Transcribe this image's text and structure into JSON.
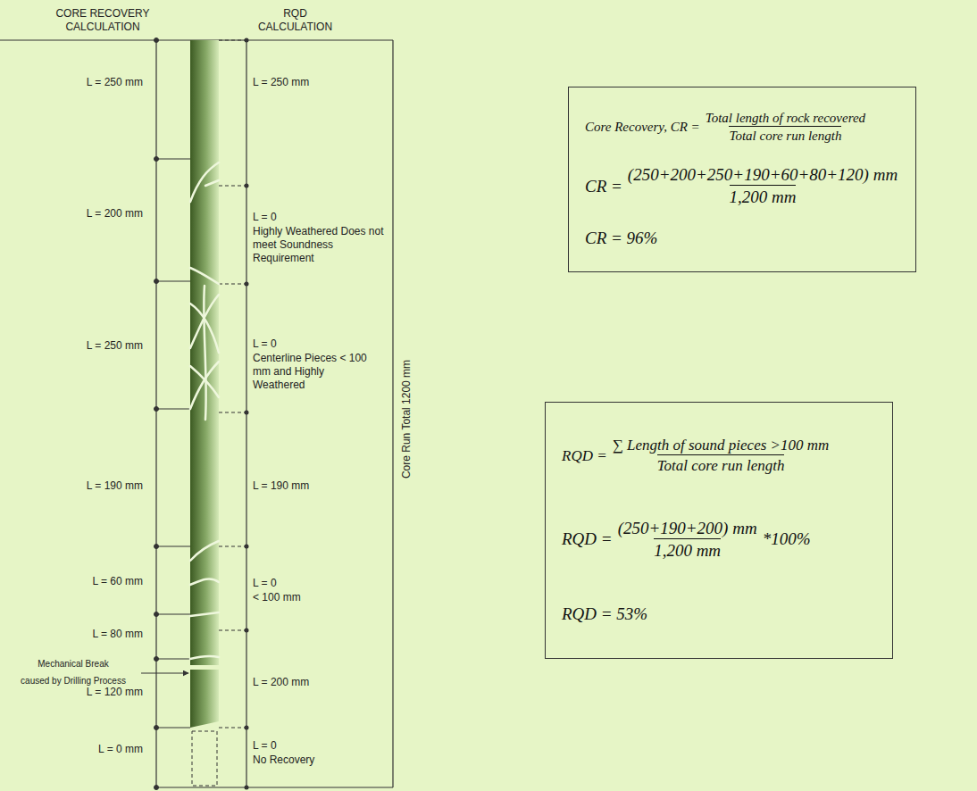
{
  "diagram": {
    "nodes": [
      {
        "text": [
          "Core Recovery, CR =",
          "Total length of rock recovered",
          "Total core run length",
          "CR =",
          "(250+200+250+190+60+80+120) mm",
          "1,200 mm",
          "CR = 96%"
        ]
      },
      {
        "text": [
          "RQD =",
          "∑ Length of sound pieces >100 mm",
          "Total core run length",
          "RQD =",
          "(250+190+200) mm",
          "1,200 mm",
          "*100%",
          "RQD = 53%"
        ]
      }
    ],
    "labels": [
      "CORE RECOVERY CALCULATION",
      "RQD CALCULATION",
      "L = 250 mm",
      "L = 200 mm",
      "L = 250 mm",
      "L = 190 mm",
      "L = 60 mm",
      "L = 80 mm",
      "Mechanical Break",
      "caused by Drilling Process",
      "L = 120 mm",
      "L = 0 mm",
      "L = 250 mm",
      "L = 0",
      "Highly Weathered Does not meet Soundness Requirement",
      "L = 0",
      "Centerline Pieces < 100 mm and Highly Weathered",
      "L = 190 mm",
      "L = 0",
      "< 100 mm",
      "L = 200 mm",
      "L = 0",
      "No Recovery",
      "Core Run Total 1200 mm"
    ]
  }
}
